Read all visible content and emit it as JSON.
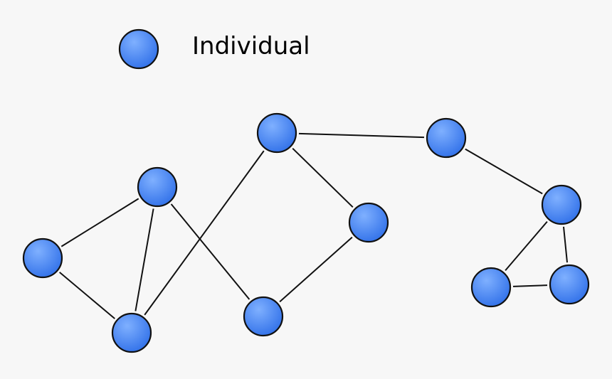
{
  "legend": {
    "label": "Individual"
  },
  "colors": {
    "node_fill_light": "#7fb0ff",
    "node_fill_dark": "#2f6fe8",
    "edge_stroke": "#111111",
    "background": "#f7f7f7"
  },
  "graph": {
    "nodes": [
      "n1",
      "n2",
      "n3",
      "n4",
      "n5",
      "n6",
      "n7",
      "n8",
      "n9",
      "n10"
    ],
    "edges": [
      [
        "n2",
        "n1"
      ],
      [
        "n2",
        "n3"
      ],
      [
        "n1",
        "n3"
      ],
      [
        "n2",
        "n8"
      ],
      [
        "n3",
        "n4"
      ],
      [
        "n4",
        "n5"
      ],
      [
        "n5",
        "n8"
      ],
      [
        "n4",
        "n6"
      ],
      [
        "n6",
        "n7"
      ],
      [
        "n7",
        "n9"
      ],
      [
        "n7",
        "n10"
      ],
      [
        "n9",
        "n10"
      ]
    ]
  }
}
